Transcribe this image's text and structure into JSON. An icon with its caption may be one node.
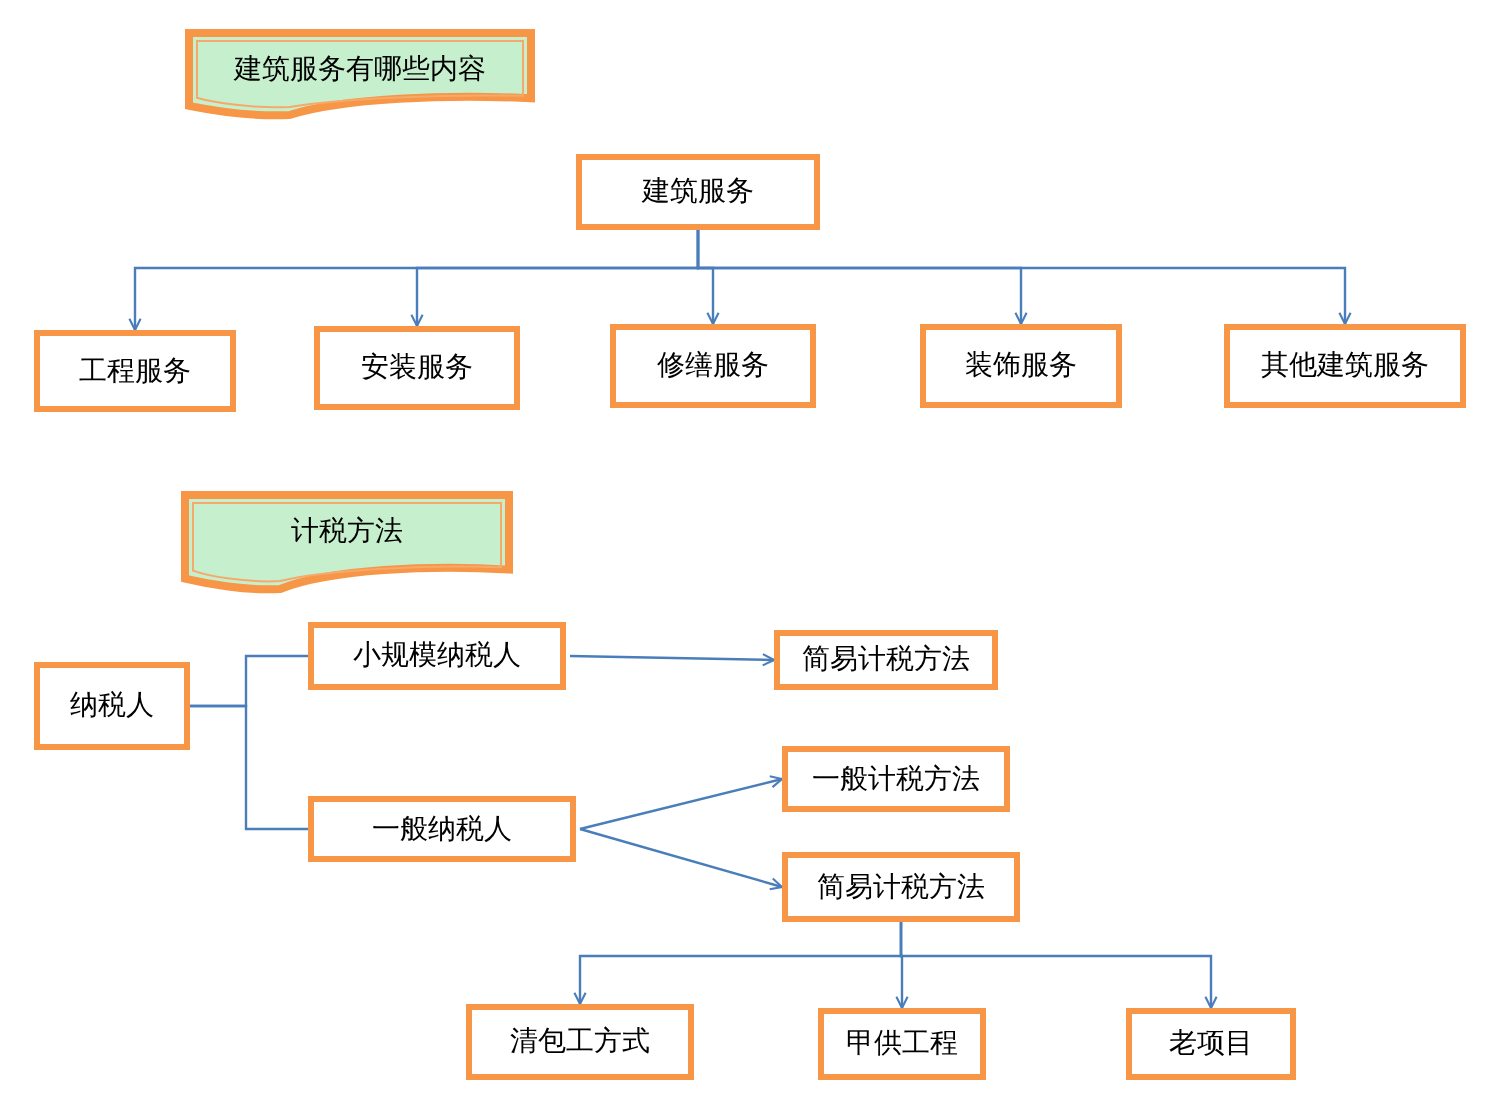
{
  "diagram": {
    "nodes": [
      {
        "text": [
          "建筑服务有哪些内容"
        ]
      },
      {
        "text": [
          "建筑服务"
        ]
      },
      {
        "text": [
          "工程服务"
        ]
      },
      {
        "text": [
          "安装服务"
        ]
      },
      {
        "text": [
          "修缮服务"
        ]
      },
      {
        "text": [
          "装饰服务"
        ]
      },
      {
        "text": [
          "其他建筑服务"
        ]
      },
      {
        "text": [
          "计税方法"
        ]
      },
      {
        "text": [
          "纳税人"
        ]
      },
      {
        "text": [
          "小规模纳税人"
        ]
      },
      {
        "text": [
          "简易计税方法"
        ]
      },
      {
        "text": [
          "一般纳税人"
        ]
      },
      {
        "text": [
          "一般计税方法"
        ]
      },
      {
        "text": [
          "简易计税方法"
        ]
      },
      {
        "text": [
          "清包工方式"
        ]
      },
      {
        "text": [
          "甲供工程"
        ]
      },
      {
        "text": [
          "老项目"
        ]
      }
    ],
    "edges": [
      {
        "from": 1,
        "to": 2,
        "arrow": "to"
      },
      {
        "from": 1,
        "to": 3,
        "arrow": "to"
      },
      {
        "from": 1,
        "to": 4,
        "arrow": "to"
      },
      {
        "from": 1,
        "to": 5,
        "arrow": "to"
      },
      {
        "from": 1,
        "to": 6,
        "arrow": "to"
      },
      {
        "from": 8,
        "to": 9,
        "arrow": "none"
      },
      {
        "from": 8,
        "to": 11,
        "arrow": "none"
      },
      {
        "from": 9,
        "to": 10,
        "arrow": "to"
      },
      {
        "from": 11,
        "to": 12,
        "arrow": "to"
      },
      {
        "from": 11,
        "to": 13,
        "arrow": "to"
      },
      {
        "from": 13,
        "to": 14,
        "arrow": "to"
      },
      {
        "from": 13,
        "to": 15,
        "arrow": "to"
      },
      {
        "from": 13,
        "to": 16,
        "arrow": "to"
      }
    ]
  }
}
